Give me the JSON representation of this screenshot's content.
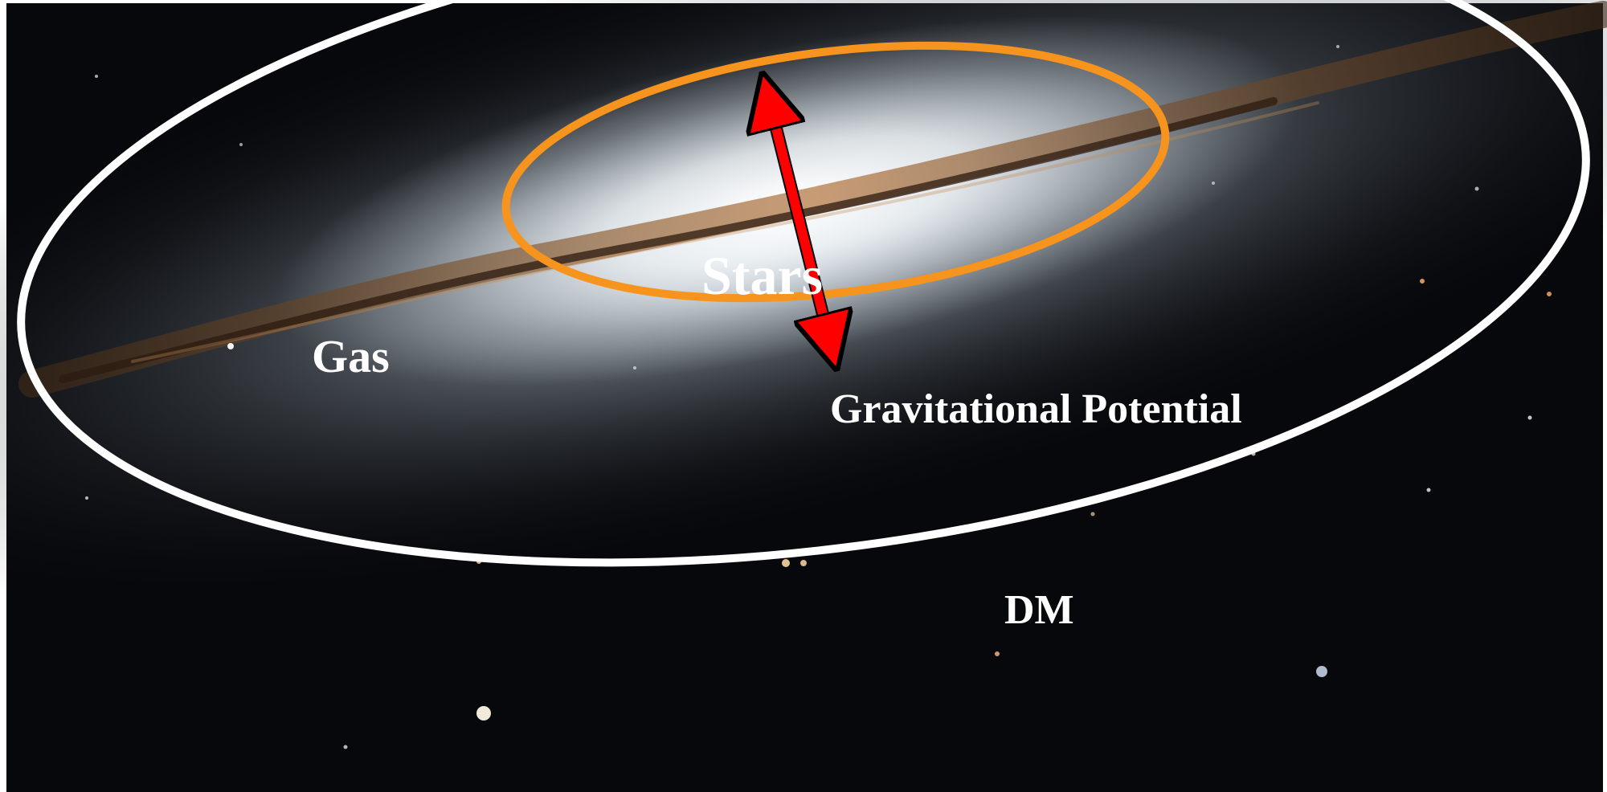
{
  "labels": {
    "gas": "Gas",
    "stars": "Stars",
    "gravitational_potential": "Gravitational Potential",
    "dm": "DM"
  },
  "colors": {
    "background_space": "#07080b",
    "galaxy_glow": "#dfe6ec",
    "dust_lane": "#6a4526",
    "dm_outline": "#ffffff",
    "stars_outline": "#f7941d",
    "arrow": "#ff0000",
    "label_text": "#ffffff"
  },
  "icons": {
    "arrow": "double-headed-arrow-icon"
  }
}
